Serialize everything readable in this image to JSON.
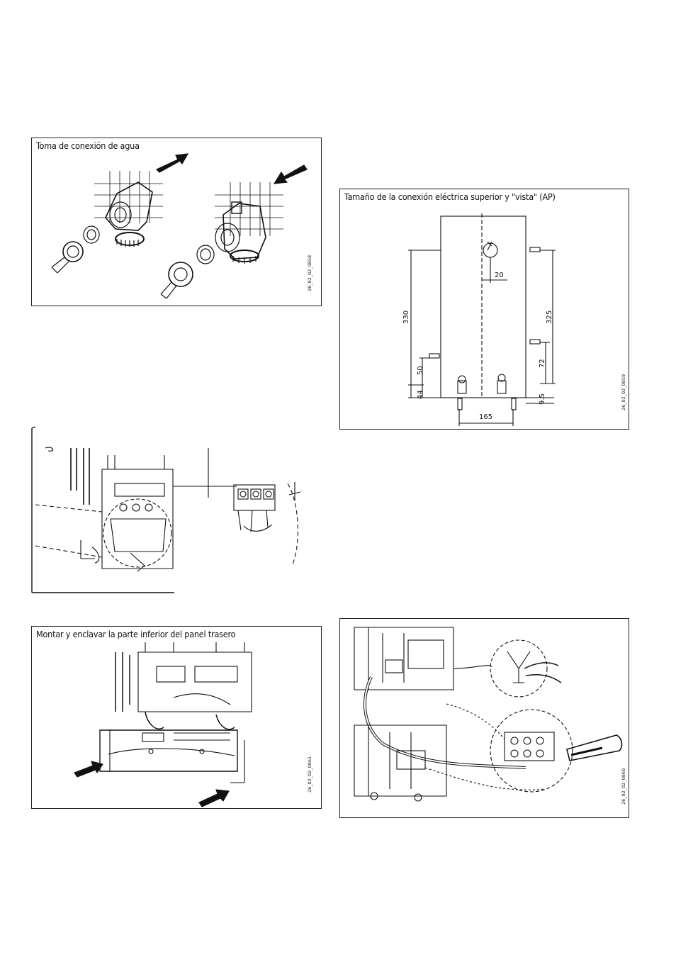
{
  "figures": {
    "water": {
      "title": "Toma de conexión de agua",
      "code": "26_02_02_0858"
    },
    "electrical": {
      "title": "Tamaño de la conexión eléctrica superior y \"vista\" (AP)",
      "code": "26_02_02_0859",
      "dims": {
        "d330": "330",
        "d325": "325",
        "d20": "20",
        "d50": "50",
        "d44": "44",
        "d72": "72",
        "d95": "9.5",
        "d165": "165"
      }
    },
    "terminal": {
      "title": "",
      "code": ""
    },
    "rear_panel": {
      "title": "Montar y enclavar la parte inferior del panel trasero",
      "code": "26_02_02_0861"
    },
    "cable": {
      "title": "",
      "code": "26_02_02_0860"
    }
  }
}
